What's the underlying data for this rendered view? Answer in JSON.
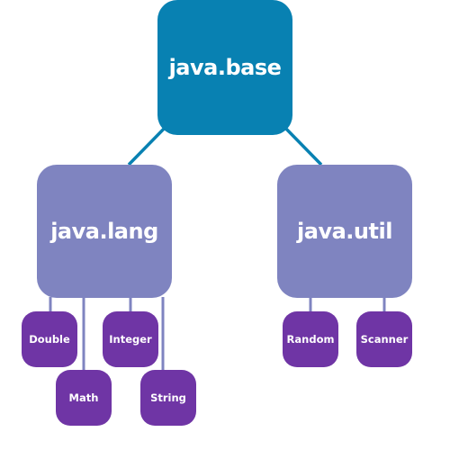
{
  "colors": {
    "root": "#0881b2",
    "package": "#7f84c0",
    "class": "#6f35a5",
    "root_link": "#0881b2",
    "package_link": "#7f84c0"
  },
  "root": {
    "label": "java.base"
  },
  "packages": [
    {
      "label": "java.lang",
      "classes": [
        "Double",
        "Integer",
        "Math",
        "String"
      ]
    },
    {
      "label": "java.util",
      "classes": [
        "Random",
        "Scanner"
      ]
    }
  ]
}
